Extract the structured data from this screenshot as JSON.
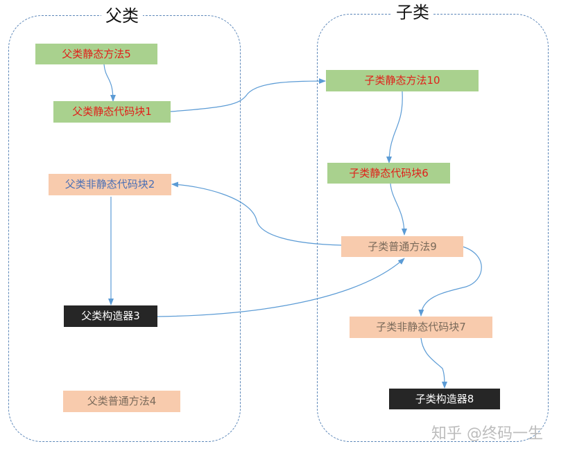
{
  "panels": {
    "parent_title": "父类",
    "child_title": "子类"
  },
  "nodes": {
    "parent_static_method": "父类静态方法5",
    "parent_static_block": "父类静态代码块1",
    "parent_instance_block": "父类非静态代码块2",
    "parent_constructor": "父类构造器3",
    "parent_normal_method": "父类普通方法4",
    "child_static_method": "子类静态方法10",
    "child_static_block": "子类静态代码块6",
    "child_normal_method": "子类普通方法9",
    "child_instance_block": "子类非静态代码块7",
    "child_constructor": "子类构造器8"
  },
  "watermark": "知乎 @终码一生",
  "colors": {
    "green": "#a9d18e",
    "peach": "#f8cbad",
    "dark": "#262626",
    "arrow": "#5b9bd5",
    "red_text": "#e0201a"
  }
}
